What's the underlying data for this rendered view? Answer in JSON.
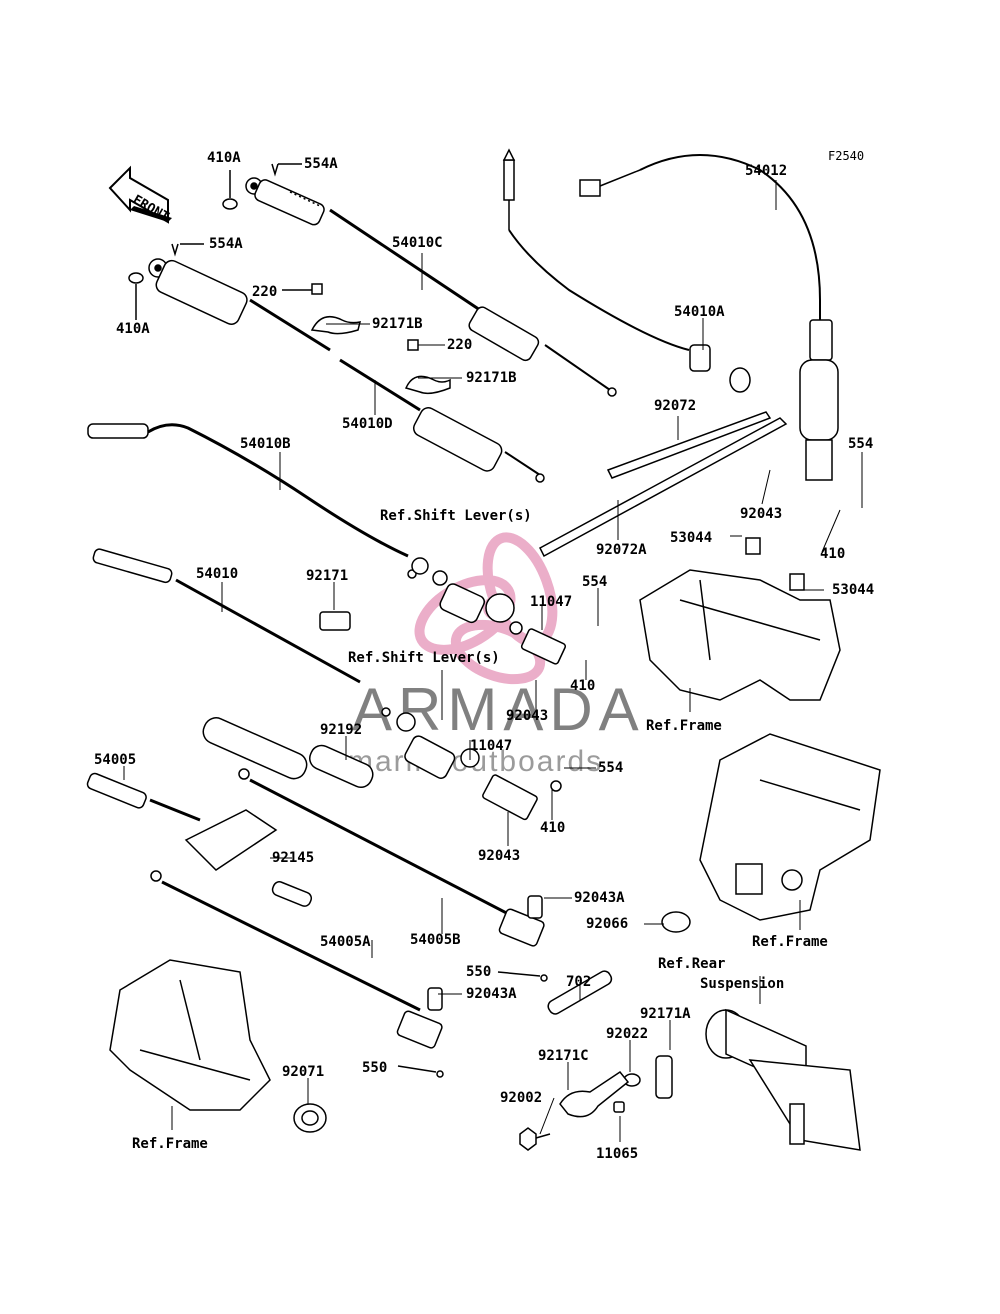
{
  "figure_code": "F2540",
  "front_arrow_label": "FRONT",
  "watermark": {
    "brand": "ARMADA",
    "tagline": "marineoutboards",
    "accent_color": "#e8a0c0"
  },
  "part_labels": {
    "p410A_top": "410A",
    "p554A_top": "554A",
    "p554A_mid": "554A",
    "p410A_left": "410A",
    "p54010C": "54010C",
    "p220_a": "220",
    "p92171B_a": "92171B",
    "p220_b": "220",
    "p92171B_b": "92171B",
    "p54010D": "54010D",
    "p54010A": "54010A",
    "p54012": "54012",
    "p92072": "92072",
    "p554_right": "554",
    "p92043_right": "92043",
    "p410_right": "410",
    "p92072A": "92072A",
    "p53044_a": "53044",
    "p53044_b": "53044",
    "p54010B": "54010B",
    "p54010": "54010",
    "p92171": "92171",
    "p11047_a": "11047",
    "p554_mid": "554",
    "p410_mid": "410",
    "p92043_mid": "92043",
    "p11047_b": "11047",
    "p554_low": "554",
    "p410_low": "410",
    "p92043_low": "92043",
    "p92192": "92192",
    "p54005": "54005",
    "p92145": "92145",
    "p54005B": "54005B",
    "p92043A_a": "92043A",
    "p92066": "92066",
    "p550_a": "550",
    "p92043A_b": "92043A",
    "p54005A": "54005A",
    "p550_b": "550",
    "p92071": "92071",
    "p702": "702",
    "p92171A": "92171A",
    "p92022": "92022",
    "p92171C": "92171C",
    "p92002": "92002",
    "p11065": "11065"
  },
  "reference_labels": {
    "shift_lever_a": "Ref.Shift Lever(s)",
    "shift_lever_b": "Ref.Shift Lever(s)",
    "frame_a": "Ref.Frame",
    "frame_b": "Ref.Frame",
    "frame_c": "Ref.Frame",
    "rear_suspension_line1": "Ref.Rear",
    "rear_suspension_line2": "Suspension"
  }
}
